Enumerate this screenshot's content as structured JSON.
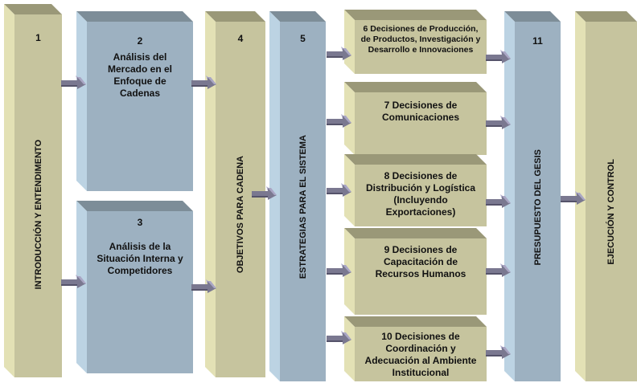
{
  "boxes": {
    "b1": {
      "num": "1",
      "label": "INTRODUCCIÓN Y ENTENDIMENTO"
    },
    "b2": {
      "num": "2",
      "label": "Análisis del Mercado en el Enfoque de Cadenas"
    },
    "b3": {
      "num": "3",
      "label": "Análisis de la Situación Interna y Competidores"
    },
    "b4": {
      "num": "4",
      "label": "OBJETIVOS PARA CADENA"
    },
    "b5": {
      "num": "5",
      "label": "ESTRATEGIAS PARA EL SISTEMA"
    },
    "b6": {
      "label": "6 Decisiones de Producción, de Productos, Investigación y Desarrollo e Innovaciones"
    },
    "b7": {
      "label": "7 Decisiones de Comunicaciones"
    },
    "b8": {
      "label": "8 Decisiones de Distribución y Logística (Incluyendo Exportaciones)"
    },
    "b9": {
      "label": "9 Decisiones de Capacitación de Recursos Humanos"
    },
    "b10": {
      "label": "10 Decisiones de Coordinación y Adecuación al Ambiente Institucional"
    },
    "b11": {
      "num": "11",
      "label": "PRESUPUESTO DEL GESIS"
    },
    "b12": {
      "label": "EJECUCIÓN Y CONTROL"
    }
  },
  "colors": {
    "yellow_front": "#c6c49e",
    "blue_front": "#9db1c1",
    "arrow": "#7a7890"
  }
}
